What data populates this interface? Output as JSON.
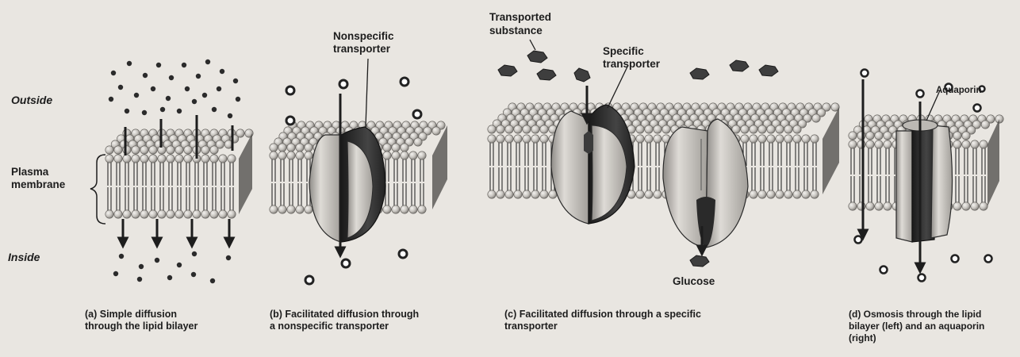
{
  "side_labels": {
    "outside": "Outside",
    "plasma_line1": "Plasma",
    "plasma_line2": "membrane",
    "inside": "Inside"
  },
  "panel_b": {
    "label_line1": "Nonspecific",
    "label_line2": "transporter"
  },
  "panel_c": {
    "label_substance_line1": "Transported",
    "label_substance_line2": "substance",
    "label_transporter_line1": "Specific",
    "label_transporter_line2": "transporter",
    "label_glucose": "Glucose"
  },
  "panel_d": {
    "label_aquaporin": "Aquaporin"
  },
  "captions": {
    "a_line1": "(a) Simple diffusion",
    "a_line2": "through the lipid bilayer",
    "b_line1": "(b) Facilitated diffusion through",
    "b_line2": "a nonspecific transporter",
    "c_line1": "(c) Facilitated diffusion through a specific",
    "c_line2": "transporter",
    "d_line1": "(d) Osmosis through the lipid",
    "d_line2": "bilayer (left) and an aquaporin",
    "d_line3": "(right)"
  },
  "colors": {
    "background": "#e9e6e1",
    "head_light": "#cfccc7",
    "head_dark": "#8d8a86",
    "protein_light": "#c9c6c1",
    "protein_dark": "#2a2a2a",
    "ink": "#1d1d1d"
  }
}
